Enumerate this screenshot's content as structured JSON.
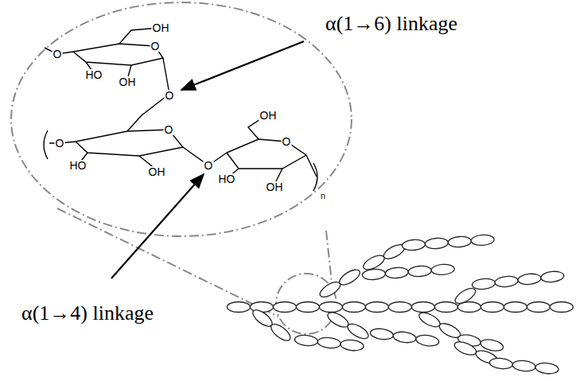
{
  "diagram": {
    "labels": [
      "α(1→6) linkage",
      "O",
      "OH",
      "O",
      "HO",
      "OH",
      "O",
      "O",
      "O",
      "HO",
      "OH",
      "O",
      "OH",
      "O",
      "HO",
      "OH",
      "n",
      "α(1→4) linkage"
    ]
  }
}
